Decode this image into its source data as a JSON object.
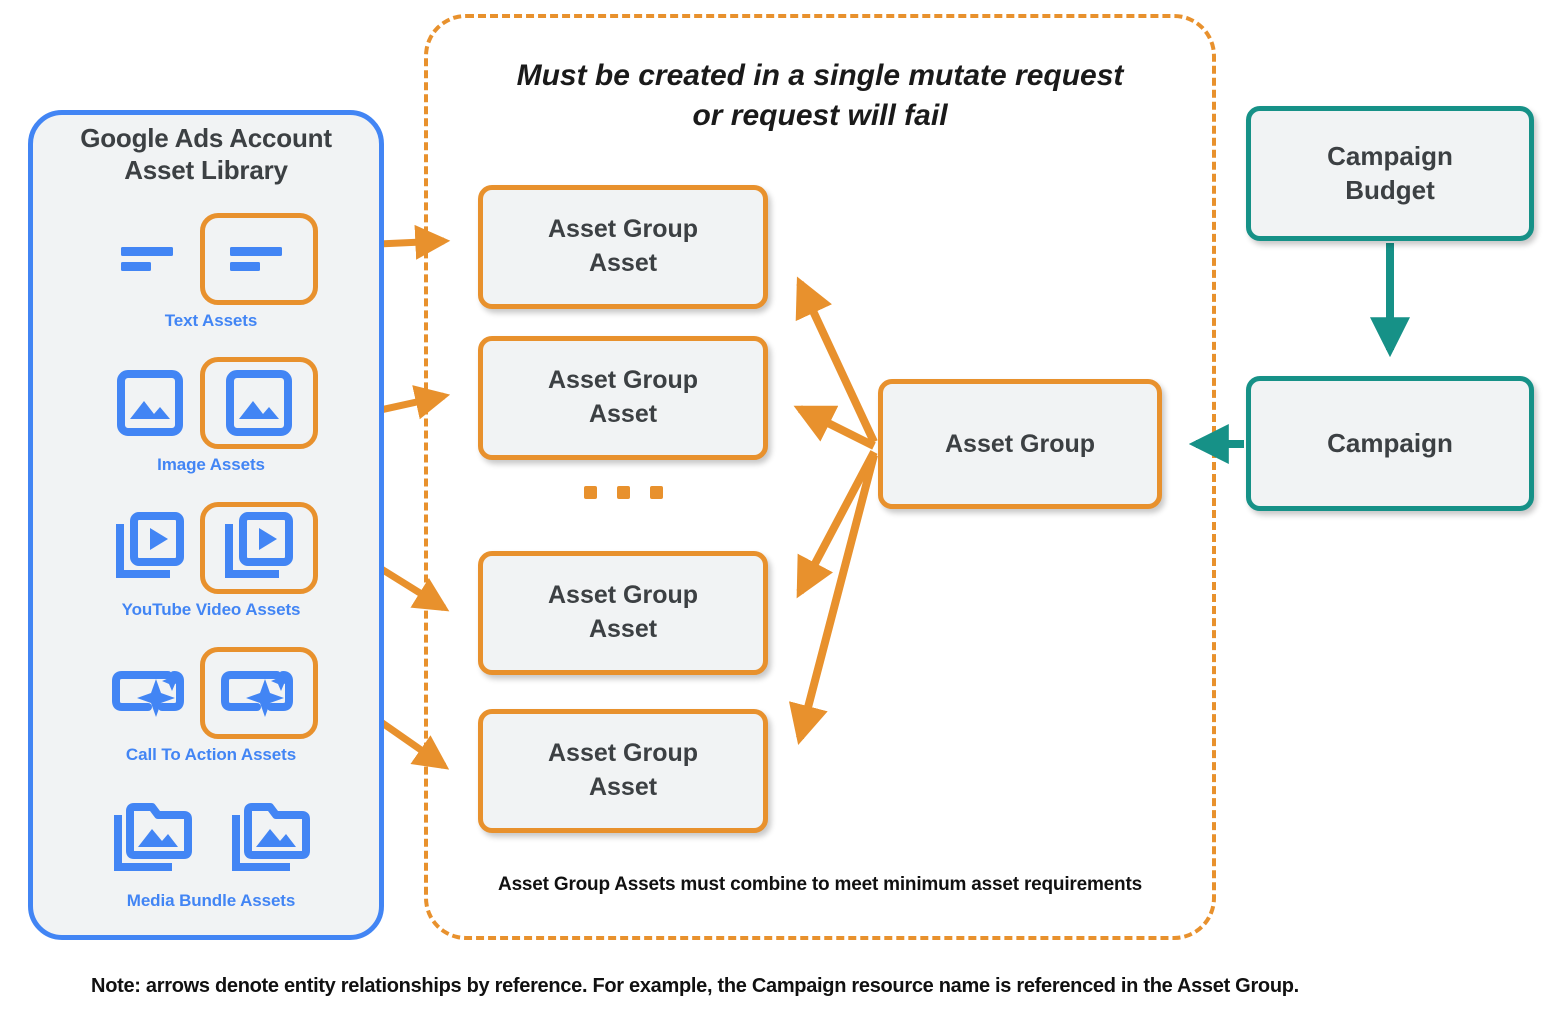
{
  "colors": {
    "blue": "#4285f4",
    "orange": "#e8912d",
    "teal": "#169187",
    "box_fill": "#f1f3f4",
    "text_dark": "#3c4043"
  },
  "library": {
    "title_line1": "Google Ads Account",
    "title_line2": "Asset Library",
    "rows": [
      {
        "caption": "Text Assets",
        "icon": "text-lines-icon"
      },
      {
        "caption": "Image Assets",
        "icon": "image-icon"
      },
      {
        "caption": "YouTube Video  Assets",
        "icon": "video-stack-icon"
      },
      {
        "caption": "Call To Action Assets",
        "icon": "call-to-action-sparkle-icon"
      },
      {
        "caption": "Media Bundle  Assets",
        "icon": "media-bundle-folder-icon"
      }
    ]
  },
  "mutate": {
    "title_line1": "Must be created in a single mutate request",
    "title_line2": "or request will fail",
    "footnote": "Asset Group Assets must combine to meet minimum asset requirements",
    "ellipsis": "..."
  },
  "nodes": {
    "asset_group_assets": [
      {
        "line1": "Asset Group",
        "line2": "Asset"
      },
      {
        "line1": "Asset Group",
        "line2": "Asset"
      },
      {
        "line1": "Asset Group",
        "line2": "Asset"
      },
      {
        "line1": "Asset Group",
        "line2": "Asset"
      }
    ],
    "asset_group": "Asset Group",
    "campaign_budget_line1": "Campaign",
    "campaign_budget_line2": "Budget",
    "campaign": "Campaign"
  },
  "footer": {
    "note": "Note: arrows denote entity relationships by reference. For example, the Campaign resource name is referenced in the Asset Group."
  },
  "diagram_edges": [
    {
      "from": "text-assets-icon",
      "to": "asset-group-asset-1",
      "color": "#e8912d"
    },
    {
      "from": "image-assets-icon",
      "to": "asset-group-asset-2",
      "color": "#e8912d"
    },
    {
      "from": "youtube-video-assets-icon",
      "to": "asset-group-asset-3",
      "color": "#e8912d"
    },
    {
      "from": "call-to-action-assets-icon",
      "to": "asset-group-asset-4",
      "color": "#e8912d"
    },
    {
      "from": "asset-group",
      "to": "asset-group-asset-1",
      "color": "#e8912d"
    },
    {
      "from": "asset-group",
      "to": "asset-group-asset-2",
      "color": "#e8912d"
    },
    {
      "from": "asset-group",
      "to": "asset-group-asset-3",
      "color": "#e8912d"
    },
    {
      "from": "asset-group",
      "to": "asset-group-asset-4",
      "color": "#e8912d"
    },
    {
      "from": "campaign-budget",
      "to": "campaign",
      "color": "#169187"
    },
    {
      "from": "campaign",
      "to": "asset-group",
      "color": "#169187"
    }
  ]
}
